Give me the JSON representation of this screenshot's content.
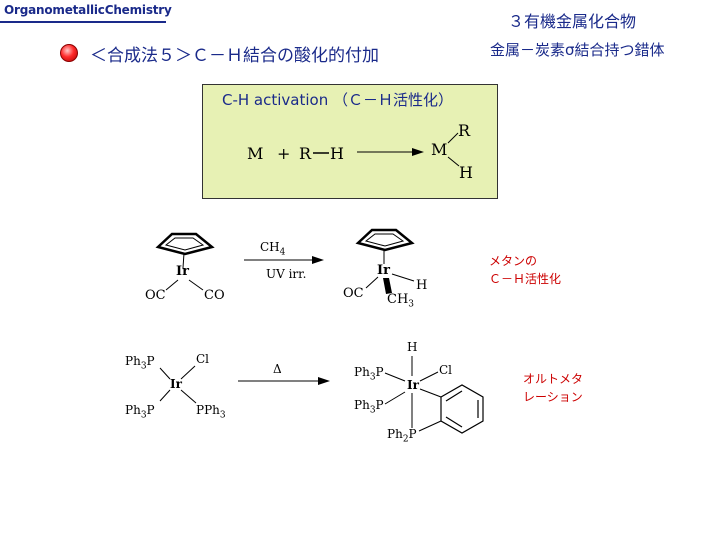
{
  "header": {
    "title": "OrganometallicChemistry"
  },
  "chapter": {
    "title": "３有機金属化合物",
    "subtitle": "金属－炭素σ結合持つ錯体"
  },
  "section": {
    "title": "＜合成法５＞Ｃ－Ｈ結合の酸化的付加"
  },
  "box": {
    "caption": "C-H activation （Ｃ－Ｈ活性化）",
    "reactant_m": "M",
    "plus": "+",
    "reactant_r": "R",
    "reactant_h": "H",
    "product_m": "M",
    "product_r": "R",
    "product_h": "H"
  },
  "reaction1": {
    "reagent": "CH",
    "reagent_sub": "4",
    "condition": "UV irr.",
    "reactant_ir": "Ir",
    "reactant_oc": "OC",
    "reactant_co": "CO",
    "product_ir": "Ir",
    "product_oc": "OC",
    "product_h": "H",
    "product_ch": "CH",
    "product_ch_sub": "3",
    "note_line1": "メタンの",
    "note_line2": "Ｃ－Ｈ活性化"
  },
  "reaction2": {
    "condition": "Δ",
    "reactant_ir": "Ir",
    "reactant_ph3p_top": "Ph",
    "reactant_ph3p_top_sub": "3",
    "reactant_ph3p_top_p": "P",
    "reactant_cl": "Cl",
    "reactant_ph3p_bottom": "Ph",
    "reactant_ph3p_bottom_sub": "3",
    "reactant_ph3p_bottom_p": "P",
    "reactant_pph3": "PPh",
    "reactant_pph3_sub": "3",
    "product_h": "H",
    "product_ir": "Ir",
    "product_cl": "Cl",
    "product_ph3p_top": "Ph",
    "product_ph3p_top_sub": "3",
    "product_ph3p_top_p": "P",
    "product_ph3p_mid": "Ph",
    "product_ph3p_mid_sub": "3",
    "product_ph3p_mid_p": "P",
    "product_ph2p": "Ph",
    "product_ph2p_sub": "2",
    "product_ph2p_p": "P",
    "note_line1": "オルトメタ",
    "note_line2": "レーション"
  }
}
